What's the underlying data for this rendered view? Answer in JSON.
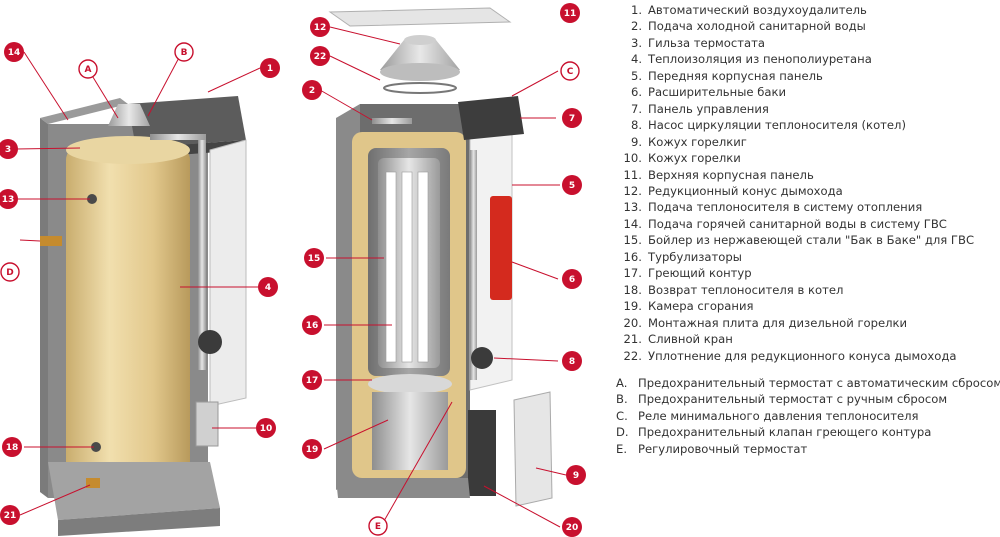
{
  "legend_numbered": [
    {
      "num": "1.",
      "text": "Автоматический воздухоудалитель"
    },
    {
      "num": "2.",
      "text": "Подача холодной санитарной воды"
    },
    {
      "num": "3.",
      "text": "Гильза термостата"
    },
    {
      "num": "4.",
      "text": "Теплоизоляция из пенополиуретана"
    },
    {
      "num": "5.",
      "text": "Передняя корпусная панель"
    },
    {
      "num": "6.",
      "text": "Расширительные баки"
    },
    {
      "num": "7.",
      "text": "Панель управления"
    },
    {
      "num": "8.",
      "text": "Насос циркуляции теплоносителя (котел)"
    },
    {
      "num": "9.",
      "text": "Кожух горелкиг"
    },
    {
      "num": "10.",
      "text": "Кожух горелки"
    },
    {
      "num": "11.",
      "text": "Верхняя корпусная панель"
    },
    {
      "num": "12.",
      "text": "Редукционный конус дымохода"
    },
    {
      "num": "13.",
      "text": "Подача теплоносителя в систему отопления"
    },
    {
      "num": "14.",
      "text": "Подача горячей санитарной воды в систему ГВС"
    },
    {
      "num": "15.",
      "text": "Бойлер из нержавеющей стали \"Бак в Баке\" для ГВС"
    },
    {
      "num": "16.",
      "text": "Турбулизаторы"
    },
    {
      "num": "17.",
      "text": "Греющий контур"
    },
    {
      "num": "18.",
      "text": "Возврат теплоносителя в котел"
    },
    {
      "num": "19.",
      "text": "Камера сгорания"
    },
    {
      "num": "20.",
      "text": "Монтажная плита для дизельной горелки"
    },
    {
      "num": "21.",
      "text": "Сливной кран"
    },
    {
      "num": "22.",
      "text": "Уплотнение для редукционного конуса дымохода"
    }
  ],
  "legend_lettered": [
    {
      "num": "A.",
      "text": "Предохранительный термостат с автоматическим сбросом"
    },
    {
      "num": "B.",
      "text": "Предохранительный термостат с ручным сбросом"
    },
    {
      "num": "C.",
      "text": "Реле минимального давления теплоносителя"
    },
    {
      "num": "D.",
      "text": "Предохранительный клапан греющего контура"
    },
    {
      "num": "E.",
      "text": "Регулировочный термостат"
    }
  ],
  "callouts": {
    "c1": "1",
    "c2": "2",
    "c3": "3",
    "c4": "4",
    "c5": "5",
    "c6": "6",
    "c7": "7",
    "c8": "8",
    "c9": "9",
    "c10": "10",
    "c11": "11",
    "c12": "12",
    "c13": "13",
    "c14": "14",
    "c15": "15",
    "c16": "16",
    "c17": "17",
    "c18": "18",
    "c19": "19",
    "c20": "20",
    "c21": "21",
    "c22": "22",
    "cA": "A",
    "cB": "B",
    "cC": "C",
    "cD": "D",
    "cE": "E"
  },
  "colors": {
    "callout_red": "#c8102e",
    "tank_beige": "#e8d29a",
    "casing_grey": "#8c8c8c",
    "expansion_red": "#d42a1e"
  }
}
